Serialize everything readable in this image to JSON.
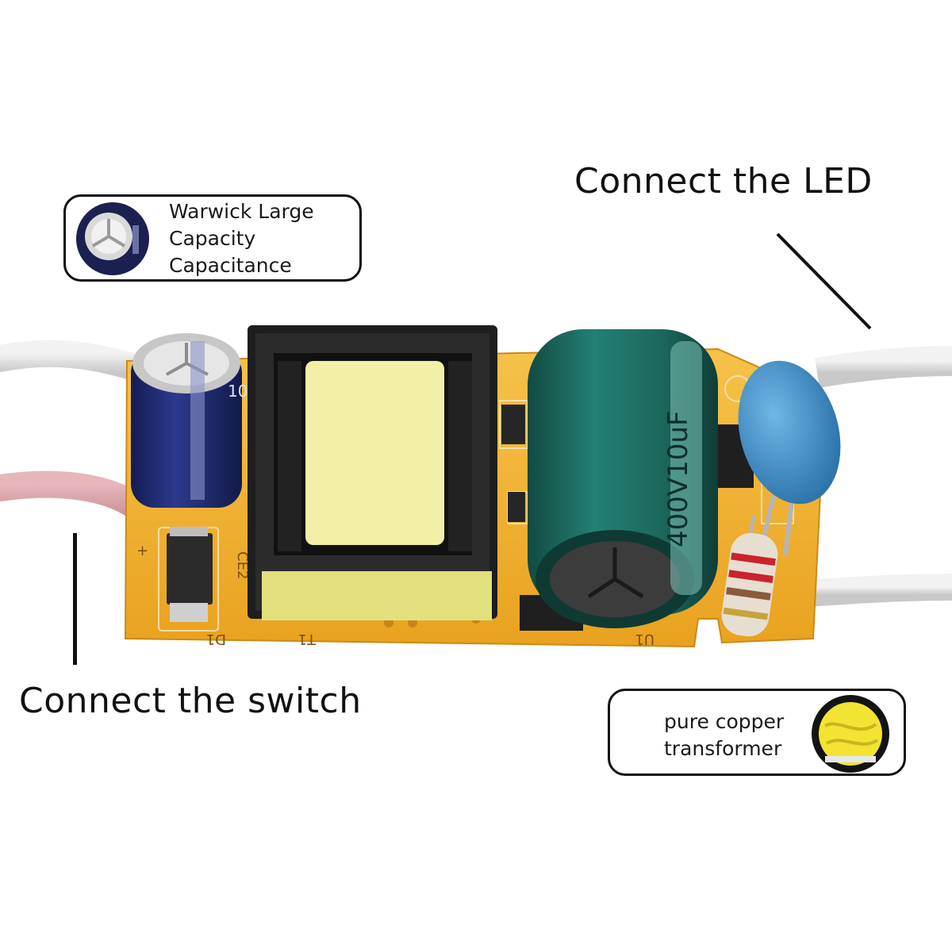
{
  "labels": {
    "connect_led": "Connect the LED",
    "connect_switch": "Connect the switch"
  },
  "callouts": {
    "capacitor": {
      "lines": [
        "Warwick Large",
        "Capacity",
        "Capacitance"
      ],
      "icon": "capacitor-icon"
    },
    "transformer": {
      "lines": [
        "pure copper",
        "transformer"
      ],
      "icon": "transformer-coil-icon"
    }
  },
  "board": {
    "big_cap_marking": "400V10uF",
    "small_cap_marking": "10",
    "silk": {
      "d1": "D1",
      "t1": "T1",
      "u1": "U1",
      "ce2": "CE2",
      "plus": "+"
    }
  },
  "colors": {
    "pcb": "#f2b32f",
    "big_capacitor": "#1f6e62",
    "small_capacitor": "#23307a",
    "transformer_core": "#1e1e1e",
    "transformer_tape": "#f1f0a6",
    "ceramic_cap": "#3d8fc8",
    "wire_white": "#e4e4e4",
    "wire_pink": "#d9a3a8"
  }
}
